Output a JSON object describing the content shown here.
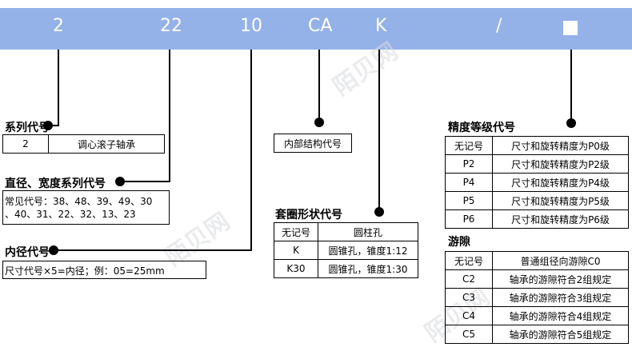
{
  "header": {
    "codes": [
      "2",
      "22",
      "10",
      "CA",
      "K",
      "/"
    ],
    "band_color": "#94b2e8"
  },
  "series": {
    "title": "系列代号",
    "code": "2",
    "desc": "调心滚子轴承"
  },
  "dim_series": {
    "title": "直径、宽度系列代号",
    "line1": "常见代号：38、48、39、49、30",
    "line2": "、40、31、22、32、13、23"
  },
  "bore": {
    "title": "内径代号",
    "desc": "尺寸代号×5=内径；例：05=25mm"
  },
  "internal": {
    "label": "内部结构代号"
  },
  "ring": {
    "title": "套圈形状代号",
    "rows": [
      {
        "code": "无记号",
        "desc": "圆柱孔"
      },
      {
        "code": "K",
        "desc": "圆锥孔，锥度1:12"
      },
      {
        "code": "K30",
        "desc": "圆锥孔，锥度1:30"
      }
    ]
  },
  "precision": {
    "title": "精度等级代号",
    "rows": [
      {
        "code": "无记号",
        "desc": "尺寸和旋转精度为P0级"
      },
      {
        "code": "P2",
        "desc": "尺寸和旋转精度为P2级"
      },
      {
        "code": "P4",
        "desc": "尺寸和旋转精度为P4级"
      },
      {
        "code": "P5",
        "desc": "尺寸和旋转精度为P5级"
      },
      {
        "code": "P6",
        "desc": "尺寸和旋转精度为P6级"
      }
    ]
  },
  "clearance": {
    "title": "游隙",
    "rows": [
      {
        "code": "无记号",
        "desc": "普通组径向游隙C0"
      },
      {
        "code": "C2",
        "desc": "轴承的游隙符合2组规定"
      },
      {
        "code": "C3",
        "desc": "轴承的游隙符合3组规定"
      },
      {
        "code": "C4",
        "desc": "轴承的游隙符合4组规定"
      },
      {
        "code": "C5",
        "desc": "轴承的游隙符合5组规定"
      }
    ]
  },
  "watermark": "陌贝网"
}
